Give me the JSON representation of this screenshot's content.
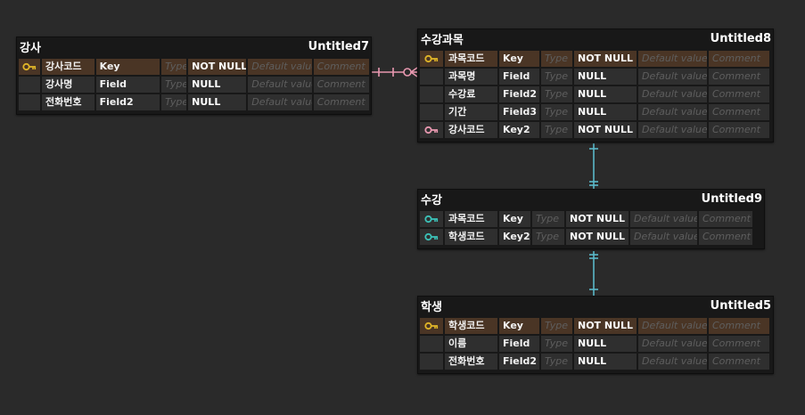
{
  "icons": {
    "primary_key": "key-icon-gold",
    "foreign_key": "key-icon-pink",
    "composite_key": "key-icon-teal"
  },
  "colors": {
    "primary_key": "#e0b528",
    "foreign_key": "#e898b0",
    "composite_key": "#3cc2b8",
    "relation_pink": "#e898b0",
    "relation_teal": "#5ab8c8"
  },
  "tables": {
    "t7": {
      "name": "강사",
      "subtitle": "Untitled7",
      "rows": [
        {
          "key": "pk",
          "name": "강사코드",
          "field": "Key",
          "type": "Type",
          "null": "NOT NULL",
          "default": "Default value",
          "comment": "Comment"
        },
        {
          "key": "",
          "name": "강사명",
          "field": "Field",
          "type": "Type",
          "null": "NULL",
          "default": "Default value",
          "comment": "Comment"
        },
        {
          "key": "",
          "name": "전화번호",
          "field": "Field2",
          "type": "Type",
          "null": "NULL",
          "default": "Default value",
          "comment": "Comment"
        }
      ]
    },
    "t8": {
      "name": "수강과목",
      "subtitle": "Untitled8",
      "rows": [
        {
          "key": "pk",
          "name": "과목코드",
          "field": "Key",
          "type": "Type",
          "null": "NOT NULL",
          "default": "Default value",
          "comment": "Comment"
        },
        {
          "key": "",
          "name": "과목명",
          "field": "Field",
          "type": "Type",
          "null": "NULL",
          "default": "Default value",
          "comment": "Comment"
        },
        {
          "key": "",
          "name": "수강료",
          "field": "Field2",
          "type": "Type",
          "null": "NULL",
          "default": "Default value",
          "comment": "Comment"
        },
        {
          "key": "",
          "name": "기간",
          "field": "Field3",
          "type": "Type",
          "null": "NULL",
          "default": "Default value",
          "comment": "Comment"
        },
        {
          "key": "fk",
          "name": "강사코드",
          "field": "Key2",
          "type": "Type",
          "null": "NOT NULL",
          "default": "Default value",
          "comment": "Comment"
        }
      ]
    },
    "t9": {
      "name": "수강",
      "subtitle": "Untitled9",
      "rows": [
        {
          "key": "ck",
          "name": "과목코드",
          "field": "Key",
          "type": "Type",
          "null": "NOT NULL",
          "default": "Default value",
          "comment": "Comment"
        },
        {
          "key": "ck",
          "name": "학생코드",
          "field": "Key2",
          "type": "Type",
          "null": "NOT NULL",
          "default": "Default value",
          "comment": "Comment"
        }
      ]
    },
    "t5": {
      "name": "학생",
      "subtitle": "Untitled5",
      "rows": [
        {
          "key": "pk",
          "name": "학생코드",
          "field": "Key",
          "type": "Type",
          "null": "NOT NULL",
          "default": "Default value",
          "comment": "Comment"
        },
        {
          "key": "",
          "name": "이름",
          "field": "Field",
          "type": "Type",
          "null": "NULL",
          "default": "Default value",
          "comment": "Comment"
        },
        {
          "key": "",
          "name": "전화번호",
          "field": "Field2",
          "type": "Type",
          "null": "NULL",
          "default": "Default value",
          "comment": "Comment"
        }
      ]
    }
  },
  "relations": [
    {
      "from": "강사",
      "to": "수강과목",
      "color": "#e898b0"
    },
    {
      "from": "수강과목",
      "to": "수강",
      "color": "#5ab8c8"
    },
    {
      "from": "학생",
      "to": "수강",
      "color": "#5ab8c8"
    }
  ]
}
